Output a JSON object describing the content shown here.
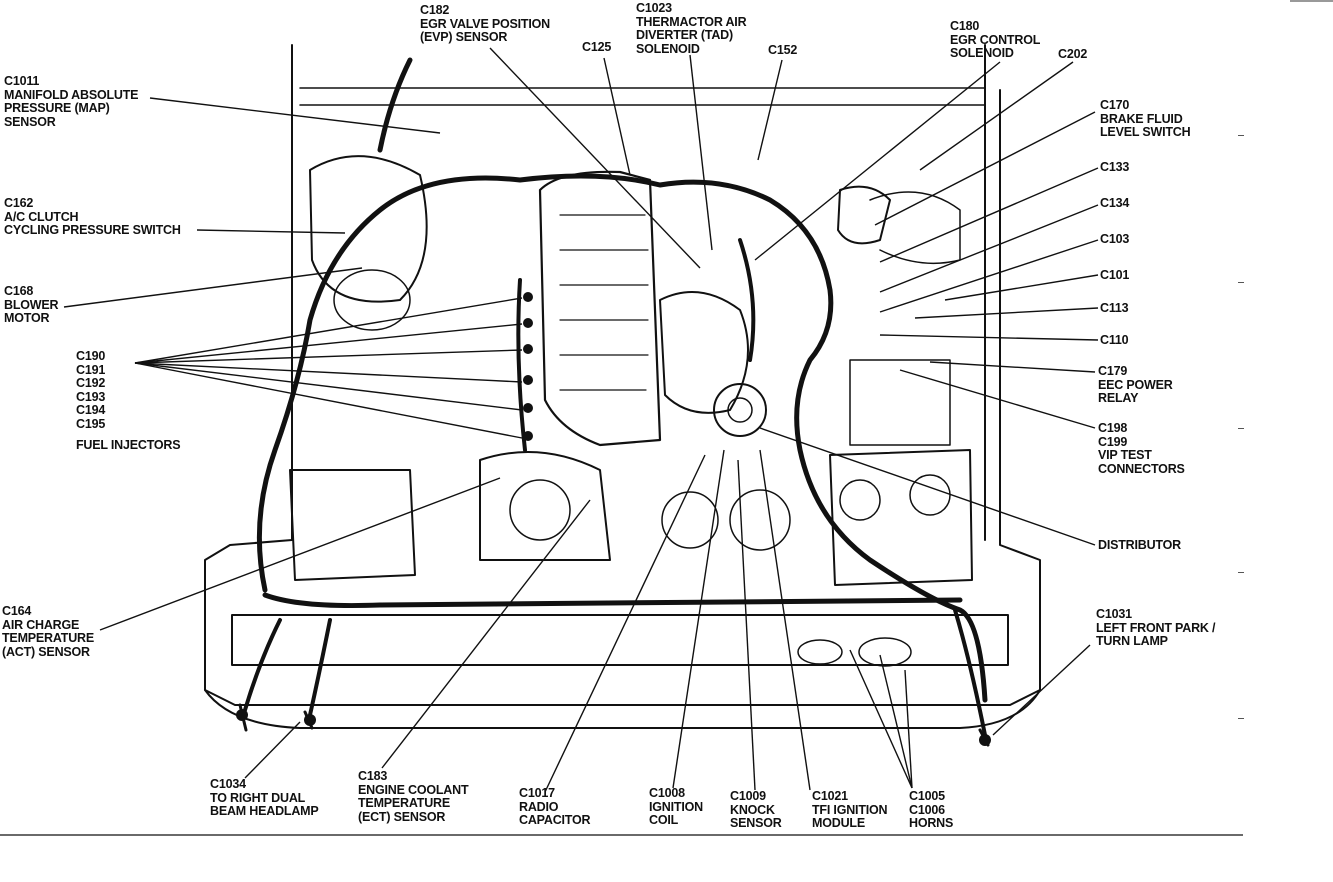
{
  "labels": {
    "c182": "C182\nEGR VALVE POSITION\n(EVP) SENSOR",
    "c1023": "C1023\nTHERMACTOR AIR\nDIVERTER (TAD)\nSOLENOID",
    "c125": "C125",
    "c152": "C152",
    "c180": "C180\nEGR CONTROL\nSOLENOID",
    "c202": "C202",
    "c1011": "C1011\nMANIFOLD ABSOLUTE\nPRESSURE (MAP)\nSENSOR",
    "c170": "C170\nBRAKE FLUID\nLEVEL SWITCH",
    "c133": "C133",
    "c134": "C134",
    "c162": "C162\nA/C CLUTCH\nCYCLING PRESSURE SWITCH",
    "c103": "C103",
    "c101": "C101",
    "c168": "C168\nBLOWER\nMOTOR",
    "c113": "C113",
    "c110": "C110",
    "injectors": "C190\nC191\nC192\nC193\nC194\nC195",
    "fuel_injectors": "FUEL INJECTORS",
    "c179": "C179\nEEC POWER\nRELAY",
    "c198": "C198\nC199\nVIP TEST\nCONNECTORS",
    "distributor": "DISTRIBUTOR",
    "c164": "C164\nAIR CHARGE\nTEMPERATURE\n(ACT) SENSOR",
    "c1031": "C1031\nLEFT FRONT PARK /\nTURN LAMP",
    "c1034": "C1034\nTO RIGHT DUAL\nBEAM HEADLAMP",
    "c183": "C183\nENGINE COOLANT\nTEMPERATURE\n(ECT) SENSOR",
    "c1017": "C1017\nRADIO\nCAPACITOR",
    "c1008": "C1008\nIGNITION\nCOIL",
    "c1009": "C1009\nKNOCK\nSENSOR",
    "c1021": "C1021\nTFI IGNITION\nMODULE",
    "c1005": "C1005\nC1006\nHORNS"
  }
}
